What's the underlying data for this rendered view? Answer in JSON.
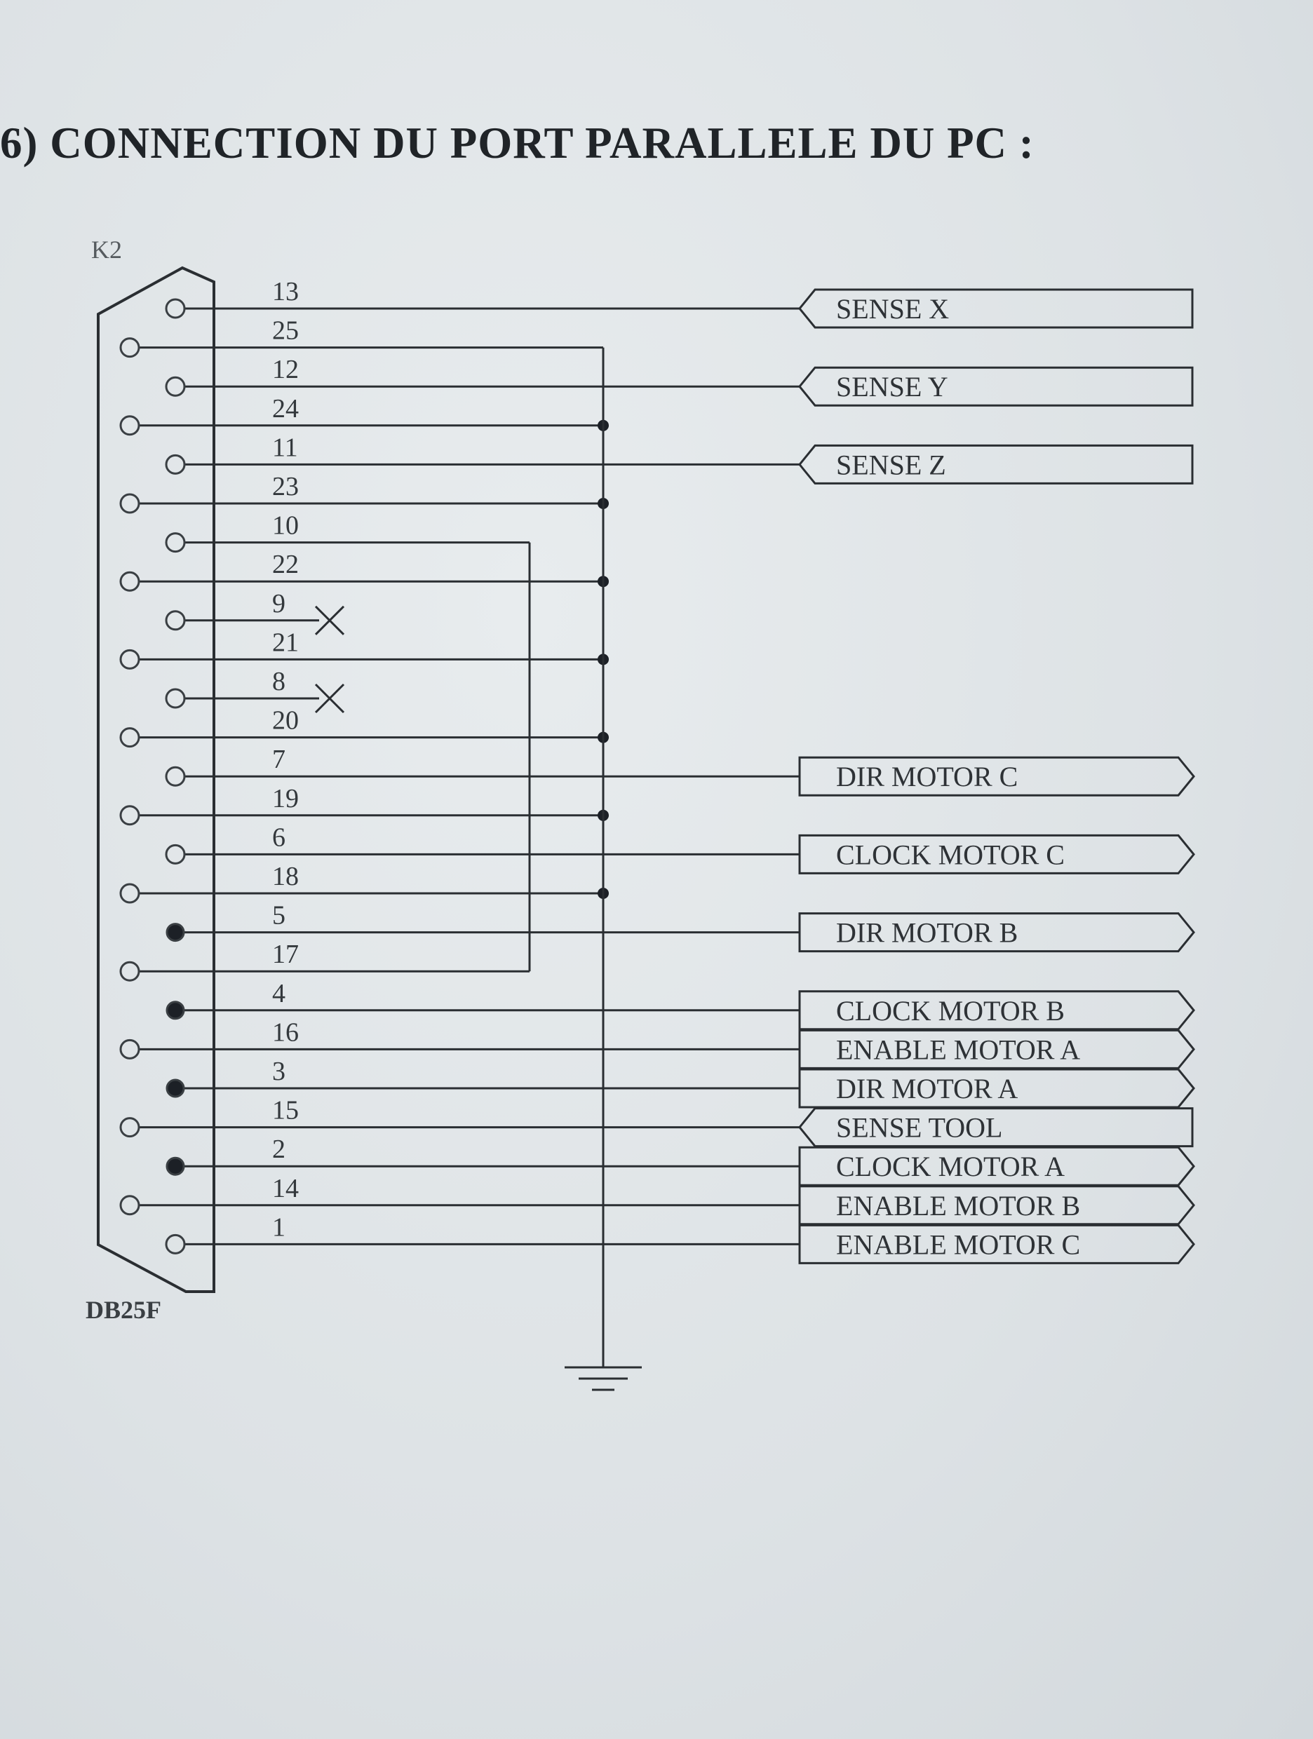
{
  "heading": "6) CONNECTION DU PORT PARALLELE DU PC :",
  "connector": {
    "ref": "K2",
    "part": "DB25F"
  },
  "pins": [
    {
      "num": "13",
      "type": "open",
      "label": "SENSE X",
      "dir": "in",
      "gnd": false,
      "nc": false
    },
    {
      "num": "25",
      "type": "open",
      "label": "",
      "dir": "",
      "gnd": true,
      "nc": false
    },
    {
      "num": "12",
      "type": "open",
      "label": "SENSE Y",
      "dir": "in",
      "gnd": false,
      "nc": false
    },
    {
      "num": "24",
      "type": "open",
      "label": "",
      "dir": "",
      "gnd": true,
      "nc": false
    },
    {
      "num": "11",
      "type": "open",
      "label": "SENSE Z",
      "dir": "in",
      "gnd": false,
      "nc": false
    },
    {
      "num": "23",
      "type": "open",
      "label": "",
      "dir": "",
      "gnd": true,
      "nc": false
    },
    {
      "num": "10",
      "type": "open",
      "label": "",
      "dir": "",
      "gnd": false,
      "nc": false
    },
    {
      "num": "22",
      "type": "open",
      "label": "",
      "dir": "",
      "gnd": true,
      "nc": false
    },
    {
      "num": "9",
      "type": "open",
      "label": "",
      "dir": "",
      "gnd": false,
      "nc": true
    },
    {
      "num": "21",
      "type": "open",
      "label": "",
      "dir": "",
      "gnd": true,
      "nc": false
    },
    {
      "num": "8",
      "type": "open",
      "label": "",
      "dir": "",
      "gnd": false,
      "nc": true
    },
    {
      "num": "20",
      "type": "open",
      "label": "",
      "dir": "",
      "gnd": true,
      "nc": false
    },
    {
      "num": "7",
      "type": "open",
      "label": "DIR MOTOR C",
      "dir": "out",
      "gnd": false,
      "nc": false
    },
    {
      "num": "19",
      "type": "open",
      "label": "",
      "dir": "",
      "gnd": true,
      "nc": false
    },
    {
      "num": "6",
      "type": "open",
      "label": "CLOCK MOTOR C",
      "dir": "out",
      "gnd": false,
      "nc": false
    },
    {
      "num": "18",
      "type": "open",
      "label": "",
      "dir": "",
      "gnd": true,
      "nc": false
    },
    {
      "num": "5",
      "type": "filled",
      "label": "DIR MOTOR B",
      "dir": "out",
      "gnd": false,
      "nc": false
    },
    {
      "num": "17",
      "type": "open",
      "label": "",
      "dir": "",
      "gnd": false,
      "nc": false
    },
    {
      "num": "4",
      "type": "filled",
      "label": "CLOCK MOTOR B",
      "dir": "out",
      "gnd": false,
      "nc": false
    },
    {
      "num": "16",
      "type": "open",
      "label": "ENABLE MOTOR A",
      "dir": "out",
      "gnd": false,
      "nc": false
    },
    {
      "num": "3",
      "type": "filled",
      "label": "DIR MOTOR A",
      "dir": "out",
      "gnd": false,
      "nc": false
    },
    {
      "num": "15",
      "type": "open",
      "label": "SENSE TOOL",
      "dir": "in",
      "gnd": false,
      "nc": false
    },
    {
      "num": "2",
      "type": "filled",
      "label": "CLOCK MOTOR A",
      "dir": "out",
      "gnd": false,
      "nc": false
    },
    {
      "num": "14",
      "type": "open",
      "label": "ENABLE MOTOR B",
      "dir": "out",
      "gnd": false,
      "nc": false
    },
    {
      "num": "1",
      "type": "open",
      "label": "ENABLE MOTOR C",
      "dir": "out",
      "gnd": false,
      "nc": false
    }
  ],
  "links": [
    {
      "from": "10",
      "to": "17"
    }
  ],
  "colors": {
    "ink": "#2a2e32",
    "paper": "#e4e8ea"
  }
}
